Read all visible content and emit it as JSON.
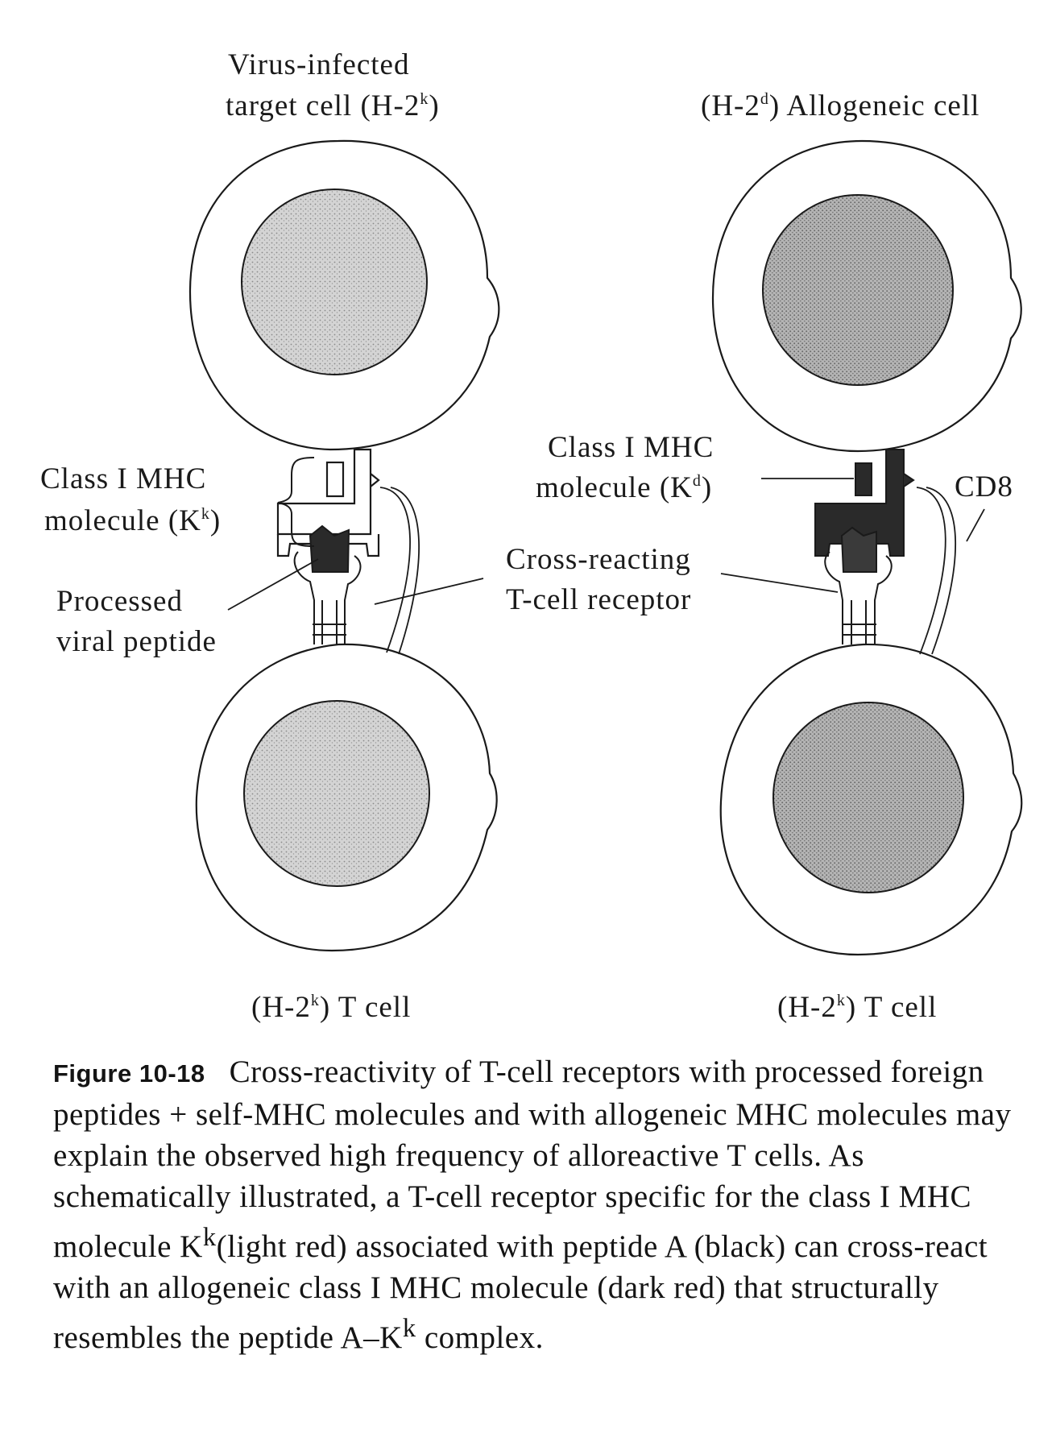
{
  "left": {
    "top_label_line1": "Virus-infected",
    "top_label_line2": "target cell (H-2",
    "top_label_sup": "k",
    "top_label_end": ")",
    "mhc_label_line1": "Class I MHC",
    "mhc_label_line2": "molecule (K",
    "mhc_label_sup": "k",
    "mhc_label_end": ")",
    "peptide_label_line1": "Processed",
    "peptide_label_line2": "viral peptide",
    "bottom_label": "(H-2",
    "bottom_label_sup": "k",
    "bottom_label_end": ") T cell"
  },
  "right": {
    "top_label": "(H-2",
    "top_label_sup": "d",
    "top_label_end": ") Allogeneic cell",
    "mhc_label_line1": "Class I MHC",
    "mhc_label_line2": "molecule (K",
    "mhc_label_sup": "d",
    "mhc_label_end": ")",
    "cd8_label": "CD8",
    "bottom_label": "(H-2",
    "bottom_label_sup": "k",
    "bottom_label_end": ") T cell"
  },
  "center": {
    "tcr_label_line1": "Cross-reacting",
    "tcr_label_line2": "T-cell receptor"
  },
  "caption": {
    "figure_number": "Figure 10-18",
    "text_part1": "Cross-reactivity of T-cell receptors with processed foreign peptides + self-MHC molecules and with allogeneic MHC molecules may explain the observed high frequency of alloreactive T cells. As schematically illustrated, a T-cell receptor specific for the class I MHC molecule K",
    "sup1": "k",
    "text_part2": "(light red) associated with peptide A (black) can cross-react with an allogeneic class I MHC molecule (dark red) that structurally resembles the peptide A–K",
    "sup2": "k",
    "text_part3": " complex."
  },
  "colors": {
    "ink": "#1a1a1a",
    "nucleus_fill": "#c9c9c9",
    "dark_fill": "#2a2a2a"
  }
}
